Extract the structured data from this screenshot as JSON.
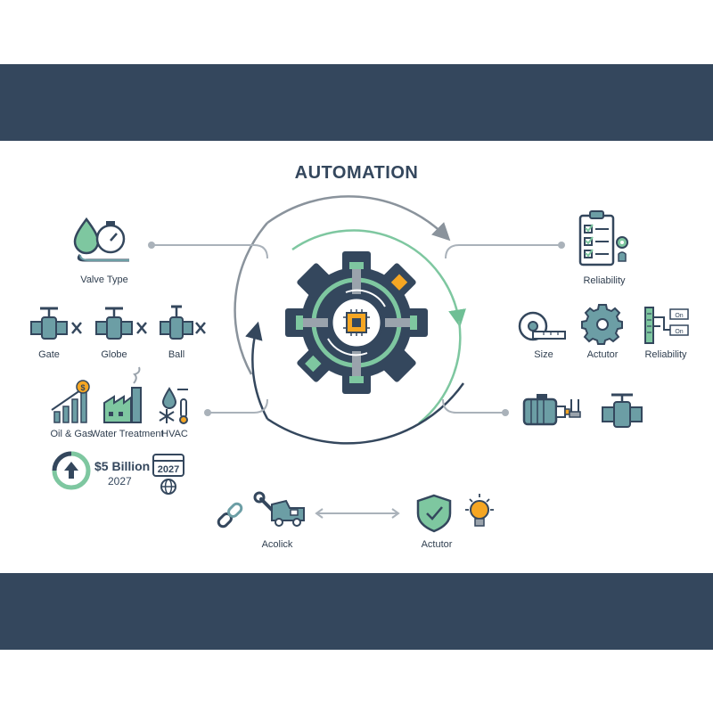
{
  "title": "AUTOMATION",
  "colors": {
    "navy": "#34475d",
    "teal": "#6c9ea5",
    "green": "#7ec7a0",
    "orange": "#f5a623",
    "gray": "#9aa3ac"
  },
  "left": {
    "valve_type": "Valve Type",
    "valves": [
      "Gate",
      "Globe",
      "Ball"
    ],
    "industries": [
      "Oil & Gas",
      "Water Treatment",
      "HVAC"
    ],
    "market_value": "$5 Billion",
    "market_year": "2027",
    "calendar_year": "2027"
  },
  "right": {
    "reliability_top": "Reliability",
    "items": [
      "Size",
      "Actutor",
      "Reliability"
    ]
  },
  "bottom": {
    "left_label": "Acolick",
    "right_label": "Actutor"
  },
  "icons": [
    "droplet-icon",
    "gauge-icon",
    "gate-valve-icon",
    "globe-valve-icon",
    "ball-valve-icon",
    "bar-chart-dollar-icon",
    "factory-icon",
    "hvac-icon",
    "progress-ring-icon",
    "calendar-globe-icon",
    "checklist-icon",
    "tape-measure-icon",
    "gear-icon",
    "on-off-switch-icon",
    "motor-icon",
    "valve-icon",
    "chain-link-icon",
    "wrench-truck-icon",
    "shield-check-icon",
    "lightbulb-icon",
    "central-gear-icon"
  ]
}
